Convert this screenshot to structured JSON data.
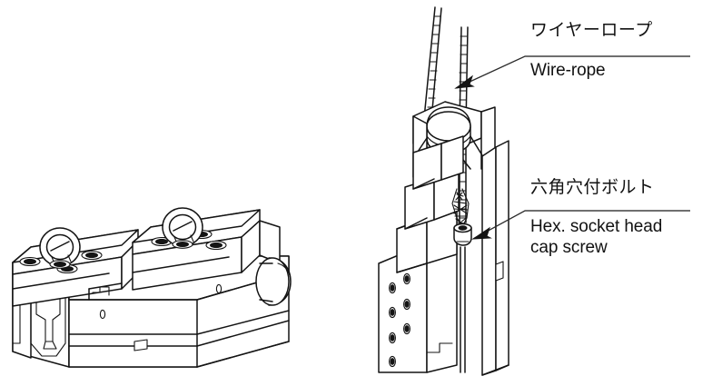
{
  "figure": {
    "type": "technical-line-drawing",
    "subject": "machine vise lifting instructions",
    "background_color": "#ffffff",
    "line_color": "#141414",
    "views": [
      {
        "id": "horizontal-vise-view",
        "name": "Machine vise, horizontal isometric view with two eye bolts"
      },
      {
        "id": "vertical-vise-lifting-view",
        "name": "Machine vise standing vertical, slung by wire ropes"
      }
    ]
  },
  "callouts": [
    {
      "id": "wire-rope",
      "jp": "ワイヤーロープ",
      "en": "Wire-rope",
      "en_line2": "",
      "points_to": "wire rope strand at top of vertical vise"
    },
    {
      "id": "hex-socket-head-cap-screw",
      "jp": "六角穴付ボルト",
      "en": "Hex. socket head",
      "en_line2": "cap screw",
      "points_to": "hex socket head cap screw with rope loop on vise body"
    }
  ]
}
